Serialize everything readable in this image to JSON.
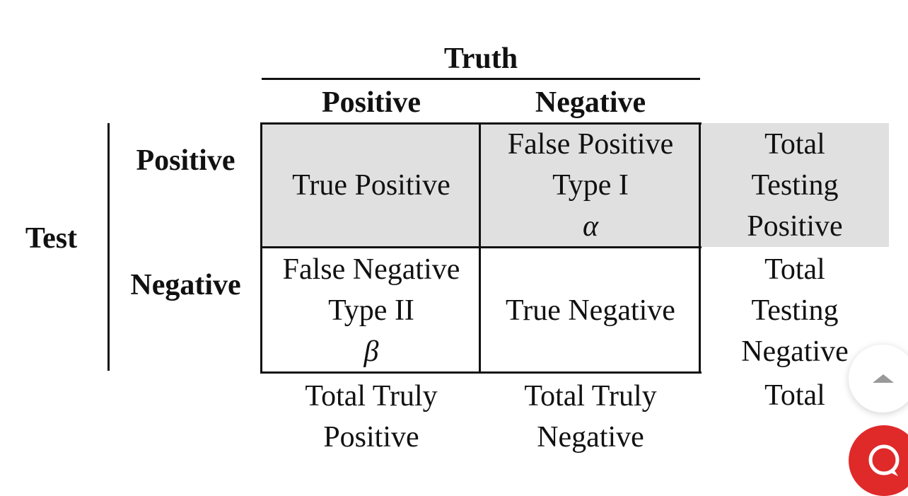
{
  "truth_header": "Truth",
  "test_header": "Test",
  "columns": [
    "Positive",
    "Negative"
  ],
  "rows": [
    "Positive",
    "Negative"
  ],
  "cells": {
    "tp": [
      "True Positive"
    ],
    "fp": [
      "False Positive",
      "Type I",
      "α"
    ],
    "fn": [
      "False Negative",
      "Type II",
      "β"
    ],
    "tn": [
      "True Negative"
    ]
  },
  "row_totals": {
    "positive": [
      "Total",
      "Testing",
      "Positive"
    ],
    "negative": [
      "Total",
      "Testing",
      "Negative"
    ]
  },
  "column_totals": {
    "positive": [
      "Total Truly",
      "Positive"
    ],
    "negative": [
      "Total Truly",
      "Negative"
    ]
  },
  "grand_total": "Total",
  "icons": {
    "scroll_top": "chevron-up-icon",
    "chat": "chat-bubble-icon"
  },
  "colors": {
    "shade": "#e0e0e0",
    "chat_button": "#e02a2a"
  }
}
